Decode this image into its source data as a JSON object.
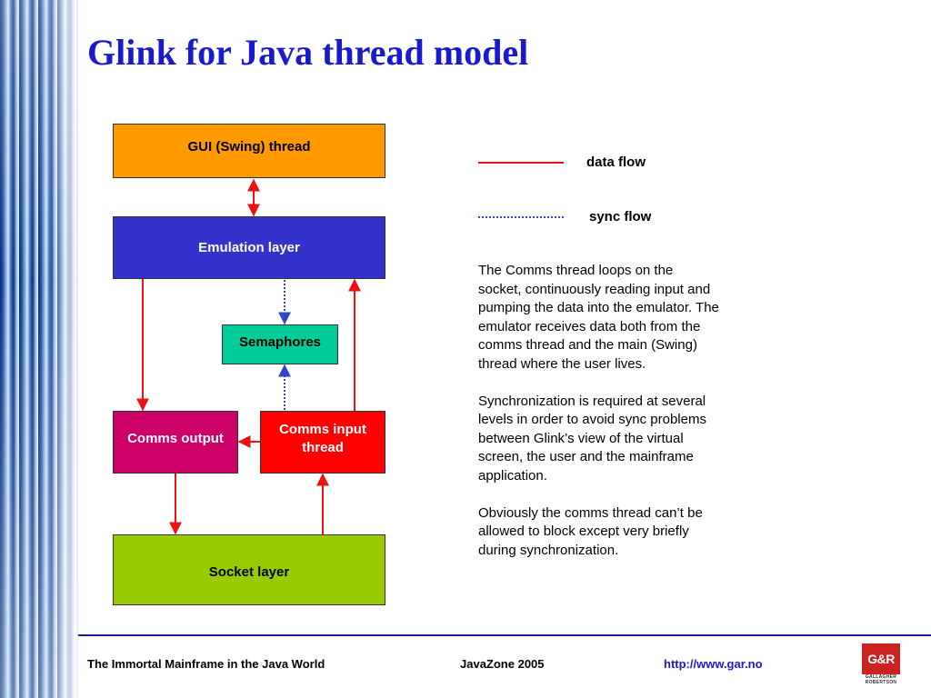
{
  "title": "Glink for Java thread model",
  "diagram": {
    "nodes": {
      "gui": "GUI (Swing) thread",
      "emulation": "Emulation layer",
      "semaphores": "Semaphores",
      "comms_output": "Comms output",
      "comms_input": "Comms input thread",
      "socket": "Socket layer"
    },
    "colors": {
      "gui": "#ff9900",
      "emulation": "#3333cc",
      "semaphores": "#00cc99",
      "comms_output": "#cc0066",
      "comms_input": "#ff0000",
      "socket": "#99cc00",
      "data_flow": "#ee1111",
      "sync_flow": "#3344cc"
    },
    "edges": [
      {
        "from": "gui",
        "to": "emulation",
        "type": "data flow",
        "bidirectional": true
      },
      {
        "from": "emulation",
        "to": "semaphores",
        "type": "sync flow"
      },
      {
        "from": "comms_input",
        "to": "semaphores",
        "type": "sync flow"
      },
      {
        "from": "emulation",
        "to": "comms_output",
        "type": "data flow"
      },
      {
        "from": "comms_input",
        "to": "emulation",
        "type": "data flow"
      },
      {
        "from": "comms_input",
        "to": "comms_output",
        "type": "data flow"
      },
      {
        "from": "comms_output",
        "to": "socket",
        "type": "data flow"
      },
      {
        "from": "socket",
        "to": "comms_input",
        "type": "data flow"
      }
    ]
  },
  "legend": {
    "data_flow": "data flow",
    "sync_flow": "sync flow"
  },
  "description": [
    "The Comms thread loops on the socket, continuously reading input and pumping the data into the emulator. The emulator receives data both from the comms thread and the main (Swing) thread where the user lives.",
    "Synchronization is required at several levels in order to avoid sync problems between Glink’s view of the virtual screen, the user and the mainframe application.",
    "Obviously the comms thread can’t be allowed to block except very briefly during synchronization."
  ],
  "footer": {
    "left": "The Immortal Mainframe in the Java World",
    "center": "JavaZone 2005",
    "link": "http://www.gar.no"
  },
  "logo": {
    "mark": "G&R",
    "line1": "GALLAGHER",
    "line2": "ROBERTSON"
  }
}
